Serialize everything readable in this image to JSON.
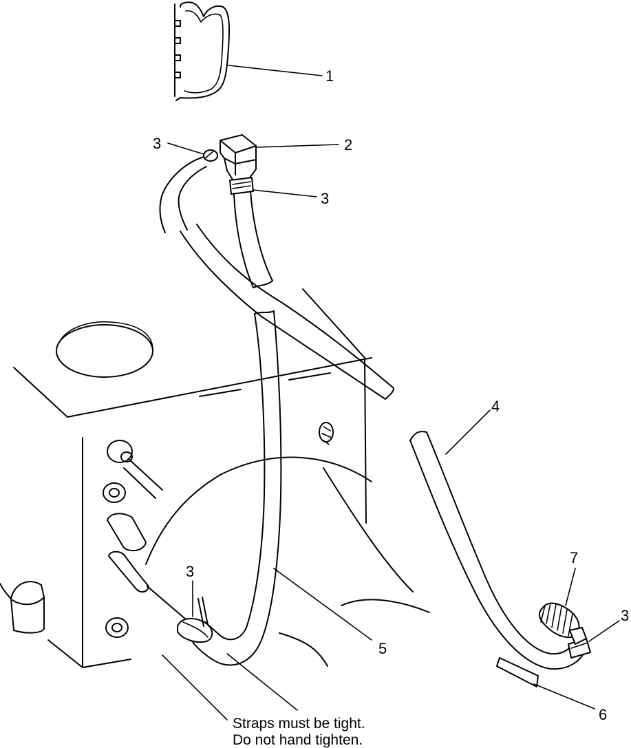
{
  "callouts": {
    "c1": "1",
    "c2": "2",
    "c3a": "3",
    "c3b": "3",
    "c3c": "3",
    "c3d": "3",
    "c4": "4",
    "c5": "5",
    "c6": "6",
    "c7": "7"
  },
  "note": {
    "line1": "Straps must be tight.",
    "line2": "Do not hand tighten."
  }
}
